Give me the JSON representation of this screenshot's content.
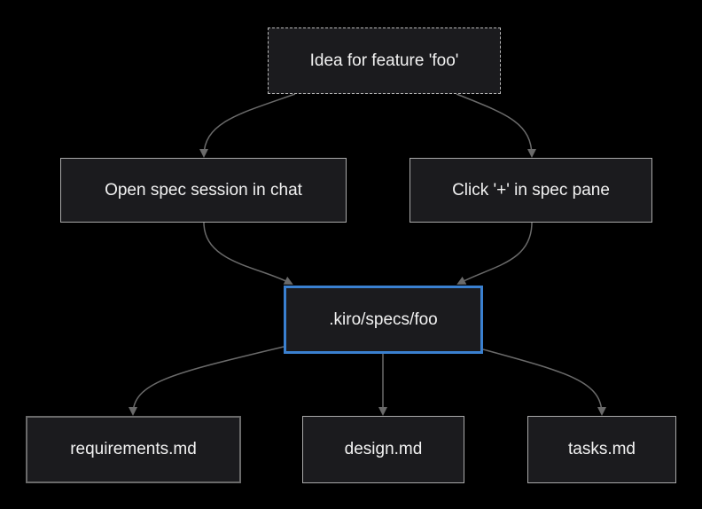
{
  "nodes": {
    "idea": "Idea for feature 'foo'",
    "open_chat": "Open spec session in chat",
    "click_plus": "Click '+' in spec pane",
    "specs_dir": ".kiro/specs/foo",
    "requirements": "requirements.md",
    "design": "design.md",
    "tasks": "tasks.md"
  },
  "colors": {
    "background": "#000000",
    "node_fill": "#1b1b1e",
    "node_border": "#a9a9a9",
    "highlight_border": "#3a80d0",
    "edge": "#6a6a6a",
    "text": "#f2f2f2"
  }
}
